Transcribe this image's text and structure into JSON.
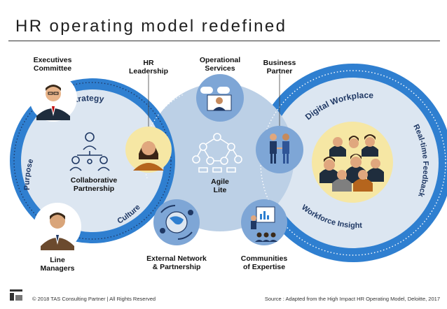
{
  "title": "HR operating model redefined",
  "left_circle": {
    "arc_top": "Strategy",
    "arc_left": "Purpose",
    "arc_bottom": "Culture",
    "center_label": [
      "Collaborative",
      "Partnership"
    ]
  },
  "middle_circle": {
    "center_label": [
      "Agile",
      "Lite"
    ]
  },
  "right_circle": {
    "arc_top": "Digital Workplace",
    "arc_right": "Real-time Feedback",
    "arc_bottom": "Workforce Insight"
  },
  "nodes": {
    "executives": [
      "Executives",
      "Committee"
    ],
    "hr_leadership": [
      "HR",
      "Leadership"
    ],
    "operational": [
      "Operational",
      "Services"
    ],
    "business_partner": [
      "Business",
      "Partner"
    ],
    "line_managers": [
      "Line",
      "Managers"
    ],
    "external_network": [
      "External Network",
      "& Partnership"
    ],
    "communities": [
      "Communities",
      "of Expertise"
    ]
  },
  "footer": {
    "left": "© 2018 TAS Consulting Partner  |  All Rights Reserved",
    "right": "Source : Adapted from the High Impact HR Operating Model, Deloitte, 2017"
  },
  "colors": {
    "outer_blue": "#2f7fd0",
    "light_blue": "#dce6f1",
    "mid_blue": "#bcd0e6",
    "node_blue": "#7ea6d6",
    "yellow": "#f6e7a4",
    "dark_navy": "#1f3864"
  }
}
